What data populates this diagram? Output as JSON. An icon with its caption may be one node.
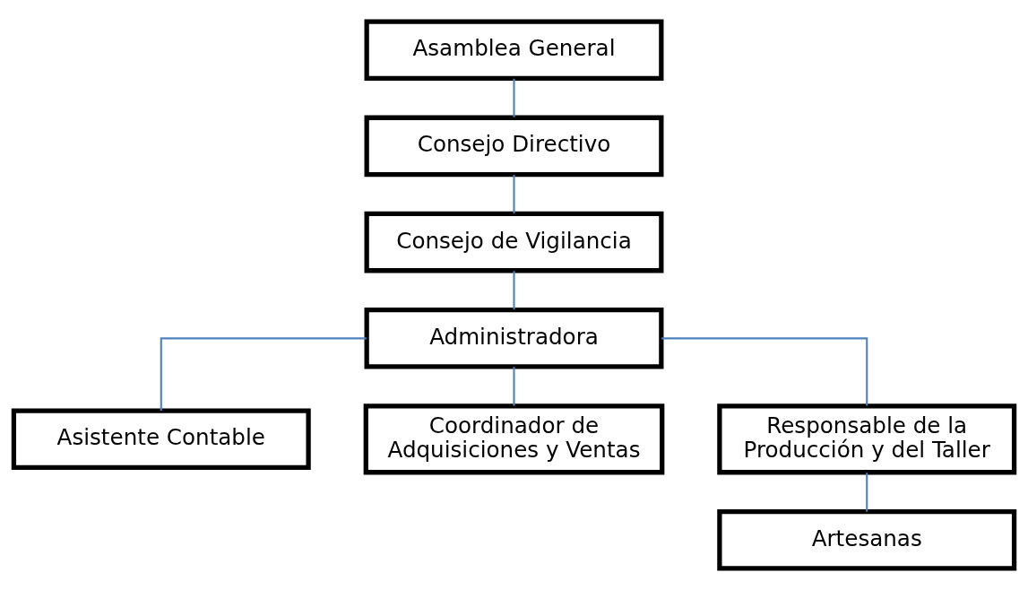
{
  "diagram": {
    "nodes": [
      {
        "text": [
          "Asamblea General"
        ]
      },
      {
        "text": [
          "Consejo Directivo"
        ]
      },
      {
        "text": [
          "Consejo de Vigilancia"
        ]
      },
      {
        "text": [
          "Administradora"
        ]
      },
      {
        "text": [
          "Asistente Contable"
        ]
      },
      {
        "text": [
          "Coordinador de Adquisiciones y Ventas"
        ]
      },
      {
        "text": [
          "Responsable de la Producción y del Taller"
        ]
      },
      {
        "text": [
          "Artesanas"
        ]
      }
    ],
    "edges": [
      {
        "from": 0,
        "to": 1,
        "arrow": "none"
      },
      {
        "from": 1,
        "to": 2,
        "arrow": "none"
      },
      {
        "from": 2,
        "to": 3,
        "arrow": "none"
      },
      {
        "from": 3,
        "to": 4,
        "arrow": "none"
      },
      {
        "from": 3,
        "to": 5,
        "arrow": "none"
      },
      {
        "from": 3,
        "to": 6,
        "arrow": "none"
      },
      {
        "from": 6,
        "to": 7,
        "arrow": "none"
      }
    ]
  }
}
